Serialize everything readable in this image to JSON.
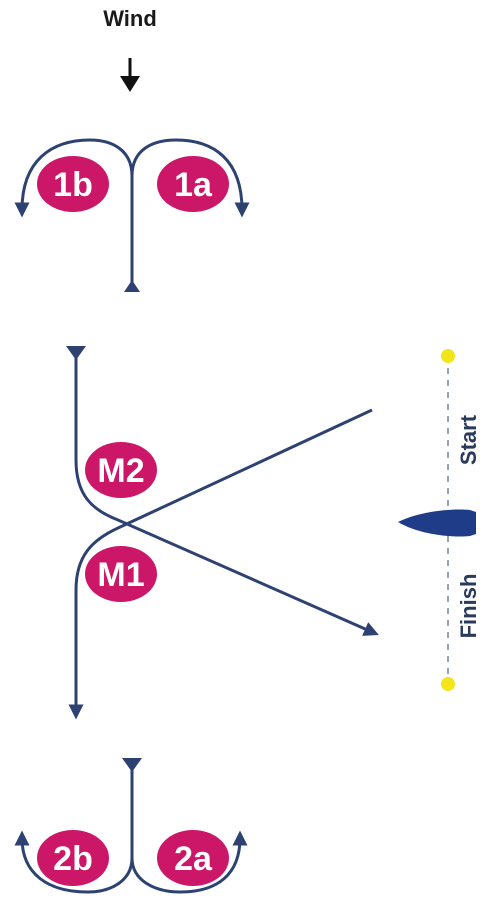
{
  "wind": {
    "label": "Wind"
  },
  "marks": {
    "m1b": "1b",
    "m1a": "1a",
    "mM2": "M2",
    "mM1": "M1",
    "m2b": "2b",
    "m2a": "2a"
  },
  "line": {
    "start": "Start",
    "finish": "Finish"
  },
  "colors": {
    "course_line": "#2e4272",
    "mark_fill": "#cc1769",
    "mark_text": "#ffffff",
    "boat": "#1f3c88",
    "line_buoy": "#f2e51a",
    "wind_arrow": "#111111"
  }
}
